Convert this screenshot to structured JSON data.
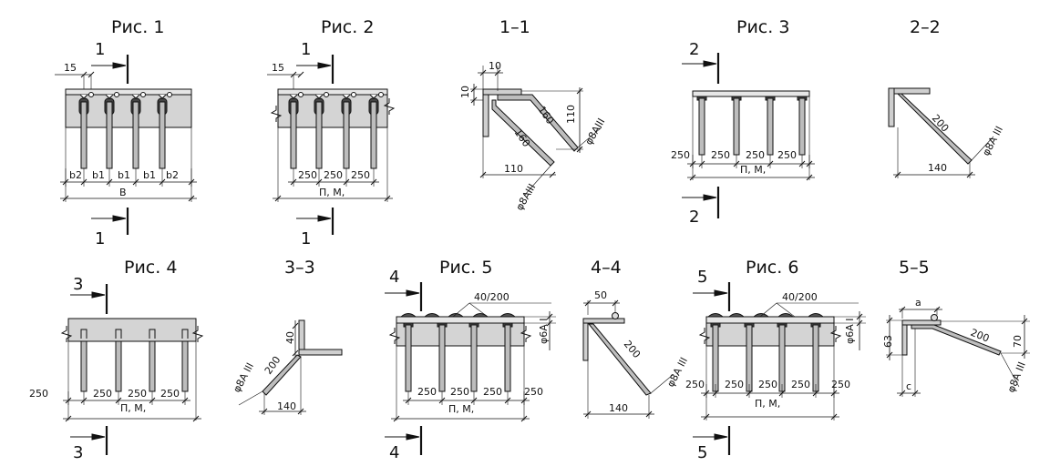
{
  "fig1": {
    "title": "Рис. 1",
    "dim_15": "15",
    "dims": [
      "b2",
      "b1",
      "b1",
      "b1",
      "b2"
    ],
    "total": "B",
    "section": "1"
  },
  "fig2": {
    "title": "Рис. 2",
    "dim_15": "15",
    "dims": [
      "250",
      "250",
      "250"
    ],
    "total": "П, М,",
    "section": "1"
  },
  "sec11": {
    "title": "1–1",
    "top": "10",
    "left": "10",
    "bar1": "160",
    "bar2": "160",
    "h": "110",
    "w": "110",
    "rebar1": "φ8AIII",
    "rebar2": "φ8AIII"
  },
  "fig3": {
    "title": "Рис. 3",
    "dims": [
      "250",
      "250",
      "250",
      "250"
    ],
    "total": "П, М,",
    "section": "2"
  },
  "sec22": {
    "title": "2–2",
    "bar": "200",
    "w": "140",
    "rebar": "φ8A III"
  },
  "fig4": {
    "title": "Рис. 4",
    "dims": [
      "250",
      "250",
      "250",
      "250"
    ],
    "total": "П, М,",
    "section": "3"
  },
  "sec33": {
    "title": "3–3",
    "h": "40",
    "bar": "200",
    "w": "140",
    "rebar": "φ8A III"
  },
  "fig5": {
    "title": "Рис. 5",
    "spacing": "40/200",
    "plate_rebar": "φ6A I",
    "dims": [
      "250",
      "250",
      "250",
      "250"
    ],
    "total": "П, М,",
    "section": "4"
  },
  "sec44": {
    "title": "4–4",
    "top": "50",
    "bar": "200",
    "w": "140",
    "rebar": "φ8A III"
  },
  "fig6": {
    "title": "Рис. 6",
    "spacing": "40/200",
    "plate_rebar": "φ6A I",
    "dims": [
      "250",
      "250",
      "250",
      "250",
      "250"
    ],
    "total": "П, М,",
    "section": "5"
  },
  "sec55": {
    "title": "5–5",
    "a": "a",
    "h": "63",
    "bar": "200",
    "rise": "70",
    "c": "c",
    "rebar": "φ8A III"
  },
  "colors": {
    "concrete": "#d4d4d4",
    "steel": "#bdbdbd",
    "line": "#111111"
  }
}
